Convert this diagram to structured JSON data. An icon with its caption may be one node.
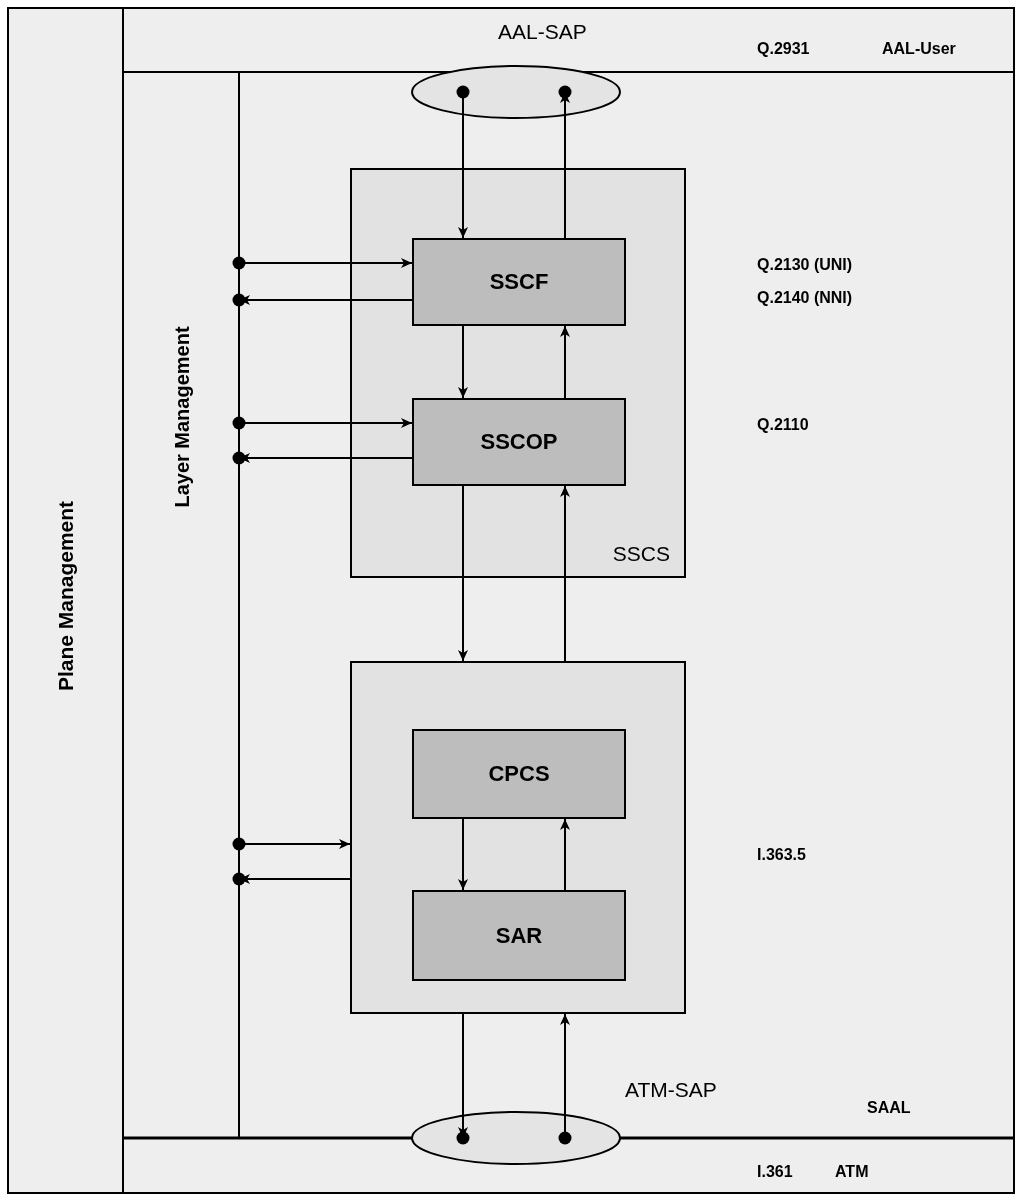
{
  "diagram": {
    "nodes": [
      {
        "text": [
          "Plane Management"
        ]
      },
      {
        "text": [
          "Layer Management"
        ]
      },
      {
        "text": [
          "AAL-SAP"
        ]
      },
      {
        "text": [
          "SSCS"
        ]
      },
      {
        "text": [
          "SSCF"
        ],
        "in": 3
      },
      {
        "text": [
          "SSCOP"
        ],
        "in": 3
      },
      {
        "text": [],
        "shape": "box"
      },
      {
        "text": [
          "CPCS"
        ],
        "in": 6
      },
      {
        "text": [
          "SAR"
        ],
        "in": 6
      },
      {
        "text": [
          "ATM-SAP"
        ]
      }
    ],
    "edges": [
      {
        "from": 2,
        "to": 4,
        "arrow": "to"
      },
      {
        "from": 4,
        "to": 2,
        "arrow": "to"
      },
      {
        "from": 4,
        "to": 5,
        "arrow": "to"
      },
      {
        "from": 5,
        "to": 4,
        "arrow": "to"
      },
      {
        "from": 5,
        "to": 6,
        "arrow": "to"
      },
      {
        "from": 6,
        "to": 5,
        "arrow": "to"
      },
      {
        "from": 7,
        "to": 8,
        "arrow": "to"
      },
      {
        "from": 8,
        "to": 7,
        "arrow": "to"
      },
      {
        "from": 6,
        "to": 9,
        "arrow": "to"
      },
      {
        "from": 9,
        "to": 6,
        "arrow": "to"
      },
      {
        "from": 1,
        "to": 4,
        "arrow": "to"
      },
      {
        "from": 4,
        "to": 1,
        "arrow": "to"
      },
      {
        "from": 1,
        "to": 5,
        "arrow": "to"
      },
      {
        "from": 5,
        "to": 1,
        "arrow": "to"
      },
      {
        "from": 1,
        "to": 6,
        "arrow": "to"
      },
      {
        "from": 6,
        "to": 1,
        "arrow": "to"
      }
    ],
    "labels": [
      "Q.2931",
      "AAL-User",
      "Q.2130 (UNI)",
      "Q.2140 (NNI)",
      "Q.2110",
      "I.363.5",
      "SAAL",
      "I.361",
      "ATM"
    ]
  }
}
